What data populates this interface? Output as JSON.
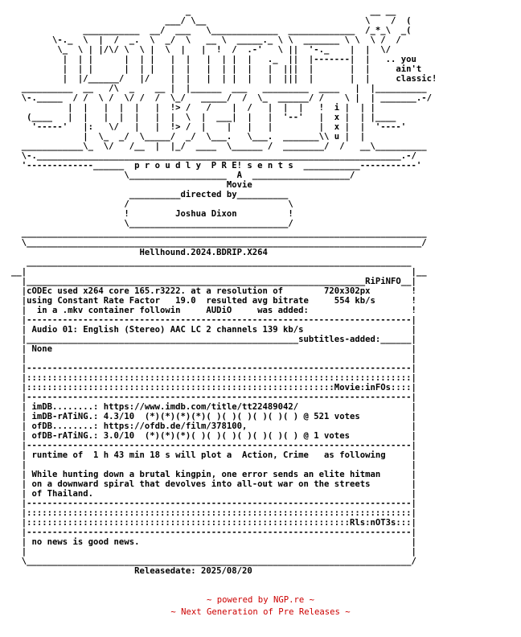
{
  "nfo_text": "                                  _                                   __ __        \n                              ___/ \\__                               \\    /  (      \n              ___________  __/  ___   \\_____________  _____________  /_*_\\  _(      \n        \\-._  \\  |  /  _.  \\  _/  \\   __ \\  _____._ \\ \\  _______ \\ \\  \\ /  /        \n         \\_  \\ | |/\\/ \\  \\ |  \\  |   |  !  /  .-'   \\ ||  '-._    |  |  \\/          \n          |  | |      |  | |   |  |   |  | |  |   ._  ||  |-------|  |   .. you    \n          |  | |      |  | |   |  |   |  | |  |   |  |||  |       |  |     ain't   \n          |  |/______/   |/    |  |   |  | |  |   |  |||  |       |  |     classic!\n  __________  __   /\\  _    __ |  |______  ___   _________  ____   |  |__________ \n  \\-._____  / /  \\ /  \\/ /  /  \\_/   _____/  /  \\_  ______/ /    \\ |  | _______.-/ \n           |  |   |  |  |   |  !> /   /    |  /   |  |  |   !  i |  | |           \n   (____   |  |   |  |  |   |  |  \\  |  ___|  |   |  '--'   |  x |  | |____      \n    '-----'   |:   \\/   |   |  !> /  |    |   |   |         |  x |  |  '----'     \n              |  \\_  _/  \\_____/  _/  \\___.   \\___.  _______\\\\ u |  |             \n  ____________\\_  \\/   /__  |  |_/  ____  \\______ /  ________/  /   __\\__________  \n  \\-._______________________________________________________________________.-/ \n  '-------------______  p r o u d l y  P R E! s e n t s  ___________-----------' \n                      \\___________________  A  ___________________/              \n                                          Movie                                  \n                       __________directed by__________                           \n                      /                               \\                          \n                      !         Joshua Dixon          !                          \n                      \\_______________________________/                          \n  _______________________________________________________________________________\n  \\_____________________________________________________________________________/ \n                         Hellhound.2024.BDRIP.X264                               \n   ___________________________________________________________________________ \n__|                                                                           |__\n  |__________________________________________________________________RiPiNFO__|\n  |cODEc used x264 core 165.r3222. at a resolution of        720x302px        !\n  |using Constant Rate Factor   19.0  resulted avg bitrate     554 kb/s       !\n  |  in a .mkv container followin     AUDiO     was added:                    !\n  |---------------------------------------------------------------------------|\n  | Audio 01: English (Stereo) AAC LC 2 channels 139 kb/s                     |\n  |_____________________________________________________subtitles-added:______|\n  | None                                                                      |\n  |                                                                           |\n  |---------------------------------------------------------------------------|\n  |:::::::::::::::::::::::::::::::::::::::::::::::::::::::::::::::::::::::::::|\n  |::::::::::::::::::::::::::::::::::::::::::::::::::::::::::::Movie:inFOs::::|\n  |---------------------------------------------------------------------------|\n  | imDB........: https://www.imdb.com/title/tt22489042/                      |\n  | imDB-rATiNG.: 4.3/10  (*)(*)(*)(*)( )( )( )( )( )( ) @ 521 votes          |\n  | ofDB........: https://ofdb.de/film/378100,                                |\n  | ofDB-rATiNG.: 3.0/10  (*)(*)(*)( )( )( )( )( )( )( ) @ 1 votes            |\n  |---------------------------------------------------------------------------|\n  | runtime of  1 h 43 min 18 s will plot a  Action, Crime   as following     |\n  |                                                                           |\n  | While hunting down a brutal kingpin, one error sends an elite hitman      |\n  | on a downward spiral that devolves into all-out war on the streets        |\n  | of Thailand.                                                              |\n  |---------------------------------------------------------------------------|\n  |:::::::::::::::::::::::::::::::::::::::::::::::::::::::::::::::::::::::::::|\n  |:::::::::::::::::::::::::::::::::::::::::::::::::::::::::::::::Rls:nOT3s:::|\n  |---------------------------------------------------------------------------|\n  | no news is good news.                                                     |\n  |                                                                           |\n  \\___________________________________________________________________________/\n                        Releasedate: 2025/08/20                                  ",
  "footer": {
    "line1": "~ powered by NGP.re ~",
    "line2": "~ Next Generation of Pre Releases ~"
  },
  "colors": {
    "text": "#000000",
    "footer": "#cc0000",
    "background": "#ffffff"
  }
}
